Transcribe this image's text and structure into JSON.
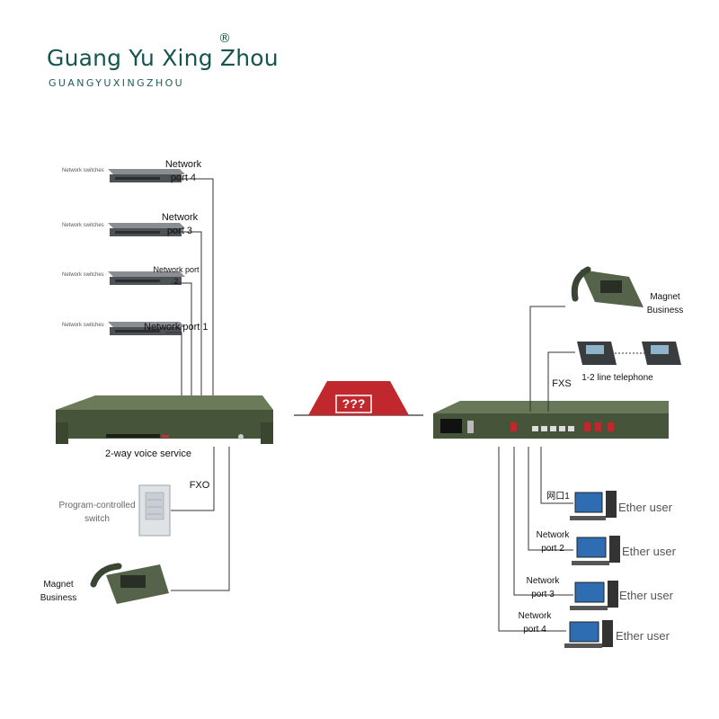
{
  "brand": {
    "name": "Guang Yu Xing Zhou",
    "subtitle": "GUANGYUXINGZHOU",
    "registered": "®"
  },
  "left": {
    "switch_label": "Network switches",
    "port4": "Network\nport 4",
    "port3": "Network\nport 3",
    "port2": "Network port\n2",
    "port1": "Network port 1",
    "device_label": "2-way voice service",
    "fxo_label": "FXO",
    "pbx_label": "Program-controlled\nswitch",
    "magnet_label": "Magnet\nBusiness"
  },
  "middle": {
    "unknown_label": "???"
  },
  "right": {
    "magnet_label": "Magnet\nBusiness",
    "phone_label": "1-2 line telephone",
    "fxs_label": "FXS",
    "port1": "网口1",
    "port2": "Network\nport 2",
    "port3": "Network\nport 3",
    "port4": "Network\nport 4",
    "user_label": "Ether user"
  },
  "colors": {
    "brand": "#16544f",
    "device": "#4a5a3c",
    "accent_red": "#c0282d"
  }
}
